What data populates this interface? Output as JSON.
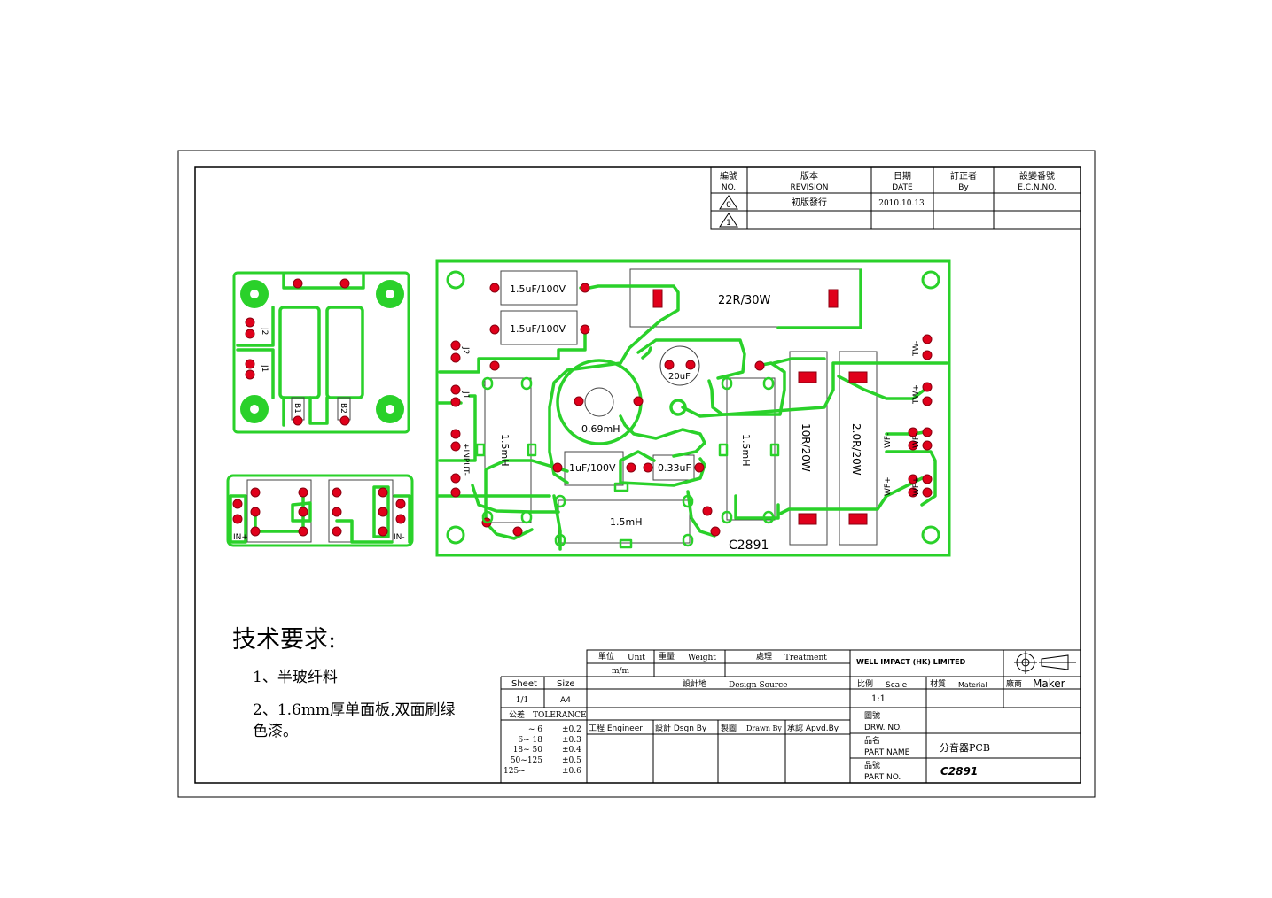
{
  "revision_table": {
    "headers": [
      {
        "zh": "編號",
        "en": "NO."
      },
      {
        "zh": "版本",
        "en": "REVISION"
      },
      {
        "zh": "日期",
        "en": "DATE"
      },
      {
        "zh": "訂正者",
        "en": "By"
      },
      {
        "zh": "設變番號",
        "en": "E.C.N.NO."
      }
    ],
    "rows": [
      {
        "no": "0",
        "revision": "初版發行",
        "date": "2010.10.13",
        "by": "",
        "ecn": ""
      },
      {
        "no": "1",
        "revision": "",
        "date": "",
        "by": "",
        "ecn": ""
      }
    ]
  },
  "pcb": {
    "id_label": "C2891",
    "resistor_main": "22R/30W",
    "capacitors": [
      "1.5uF/100V",
      "1.5uF/100V",
      "1uF/100V",
      "0.33uF",
      "20uF"
    ],
    "inductors": [
      "1.5mH",
      "1.5mH",
      "1.5mH",
      "0.69mH"
    ],
    "vertical_resistors": [
      "10R/20W",
      "2.0R/20W"
    ],
    "port_labels": [
      "J2",
      "J1",
      "+INPUT-",
      "TW-",
      "TW+",
      "WF-",
      "WF-",
      "WF+",
      "WF+"
    ]
  },
  "small_board": {
    "labels": [
      "J2",
      "J1",
      "B1",
      "B2"
    ]
  },
  "strip_board": {
    "labels": [
      "IN+",
      "IN-"
    ]
  },
  "requirements": {
    "title": "技术要求:",
    "items": [
      "1、半玻纤料",
      "2、1.6mm厚单面板,双面刷绿",
      "色漆。"
    ]
  },
  "title_block": {
    "unit_zh": "單位",
    "unit_en": "Unit",
    "unit_value": "m/m",
    "weight_zh": "重量",
    "weight_en": "Weight",
    "treatment_zh": "處理",
    "treatment_en": "Treatment",
    "company": "WELL IMPACT (HK) LIMITED",
    "sheet_label": "Sheet",
    "size_label": "Size",
    "sheet_value": "1/1",
    "size_value": "A4",
    "design_source_zh": "設計地",
    "design_source_en": "Design Source",
    "scale_zh": "比例",
    "scale_en": "Scale",
    "scale_value": "1:1",
    "material_zh": "材質",
    "material_en": "Material",
    "maker_zh": "廠商",
    "maker_en": "Maker",
    "tolerance_zh": "公差",
    "tolerance_en": "TOLERANCE",
    "tolerance_rows": [
      {
        "range": "~  6",
        "tol": "±0.2"
      },
      {
        "range": "6~ 18",
        "tol": "±0.3"
      },
      {
        "range": "18~ 50",
        "tol": "±0.4"
      },
      {
        "range": "50~125",
        "tol": "±0.5"
      },
      {
        "range": "125~",
        "tol": "±0.6"
      }
    ],
    "engineer": "工程 Engineer",
    "designer": "設計 Dsgn By",
    "drawn_zh": "製圖",
    "drawn_en": "Drawn By",
    "approved": "承認 Apvd.By",
    "drw_no_zh": "圖號",
    "drw_no_en": "DRW. NO.",
    "part_name_zh": "品名",
    "part_name_en": "PART NAME",
    "part_name_value": "分音器PCB",
    "part_no_zh": "品號",
    "part_no_en": "PART NO.",
    "part_no_value": "C2891"
  },
  "colors": {
    "pcb_green": "#2ad12a",
    "pad_red": "#e0001b",
    "ink": "#000000"
  }
}
